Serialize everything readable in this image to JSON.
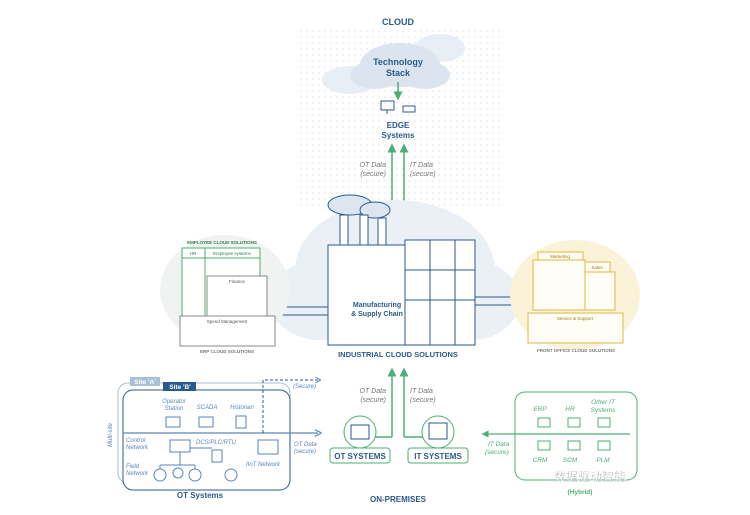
{
  "top": {
    "cloud_label": "CLOUD",
    "tech_stack": [
      "Technology",
      "Stack"
    ],
    "edge": [
      "EDGE",
      "Systems"
    ],
    "ot_data": [
      "OT Data",
      "(secure)"
    ],
    "it_data": [
      "IT Data",
      "(secure)"
    ]
  },
  "middle": {
    "factory": [
      "Manufacturing",
      "& Supply Chain"
    ],
    "industrial": "INDUSTRIAL CLOUD SOLUTIONS",
    "employee_title": "EMPLOYEE CLOUD SOLUTIONS",
    "hr": "HR",
    "employee_systems": "Employee systems",
    "finance": "Finance",
    "spend": "Spend Management",
    "erp_title": "ERP CLOUD SOLUTIONS",
    "marketing": "Marketing",
    "sales": "Sales",
    "service": "Service & Support",
    "front_title": "FRONT OFFICE CLOUD SOLUTIONS"
  },
  "bottom": {
    "ot_data": [
      "OT Data",
      "(secure)"
    ],
    "it_data": [
      "IT Data",
      "(secure)"
    ],
    "ot_systems": "OT SYSTEMS",
    "it_systems": "IT SYSTEMS",
    "on_prem": "ON-PREMISES",
    "site_a": "Site 'A'",
    "site_b": "Site 'B'",
    "multisite": "Multi-site",
    "operator": [
      "Operator",
      "Station"
    ],
    "scada": "SCADA",
    "historian": "Historian",
    "control": [
      "Control",
      "Network"
    ],
    "dcs": "DCS/PLC/RTU",
    "field": [
      "Field",
      "Network"
    ],
    "iiot": "IIoT Network",
    "secure": "(Secure)",
    "ot_data_right": [
      "OT Data",
      "(secure)"
    ],
    "ot_title": "OT Systems",
    "erp": "ERP",
    "hr": "HR",
    "other": [
      "Other IT",
      "Systems"
    ],
    "crm": "CRM",
    "scm": "SCM",
    "plm": "PLM",
    "it_data_left": [
      "IT Data",
      "(secure)"
    ],
    "hybrid": "(Hybrid)",
    "watermark": "数据驱动智能"
  },
  "colors": {
    "blue": "#2a5a8c",
    "green": "#4caf72",
    "yellow": "#e0b840",
    "gray": "#888888"
  }
}
